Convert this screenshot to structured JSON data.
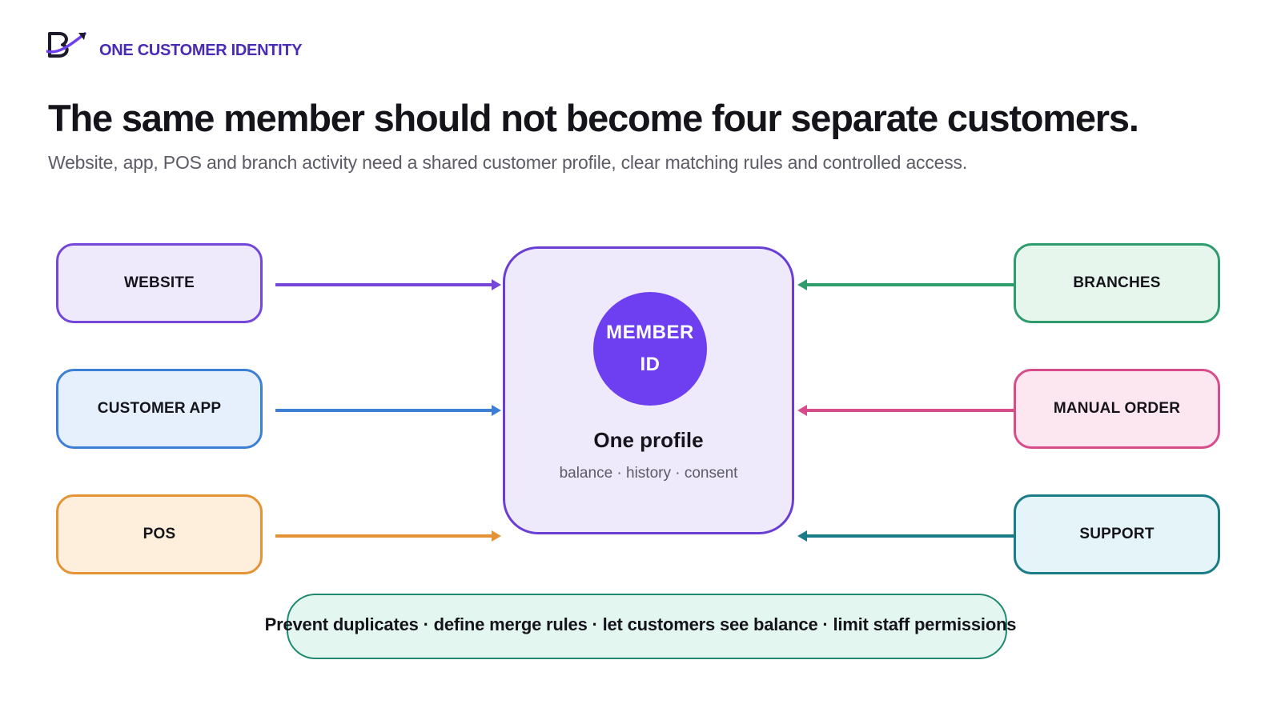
{
  "header": {
    "eyebrow": "ONE CUSTOMER IDENTITY",
    "title": "The same member should not become four separate customers.",
    "subtitle": "Website, app, POS and branch activity need a shared customer profile, clear matching rules and controlled access."
  },
  "sources_left": [
    {
      "label": "WEBSITE",
      "color": "#7447d9"
    },
    {
      "label": "CUSTOMER APP",
      "color": "#3e7fd6"
    },
    {
      "label": "POS",
      "color": "#e59337"
    }
  ],
  "sources_right": [
    {
      "label": "BRANCHES",
      "color": "#2e9c6c"
    },
    {
      "label": "MANUAL ORDER",
      "color": "#d94c8c"
    },
    {
      "label": "SUPPORT",
      "color": "#1a7c86"
    }
  ],
  "hub": {
    "badge_line1": "MEMBER",
    "badge_line2": "ID",
    "title": "One profile",
    "subtitle": "balance · history · consent",
    "accent": "#6d3ff0"
  },
  "footer": {
    "text": "Prevent duplicates · define merge rules · let customers see balance · limit staff permissions"
  }
}
